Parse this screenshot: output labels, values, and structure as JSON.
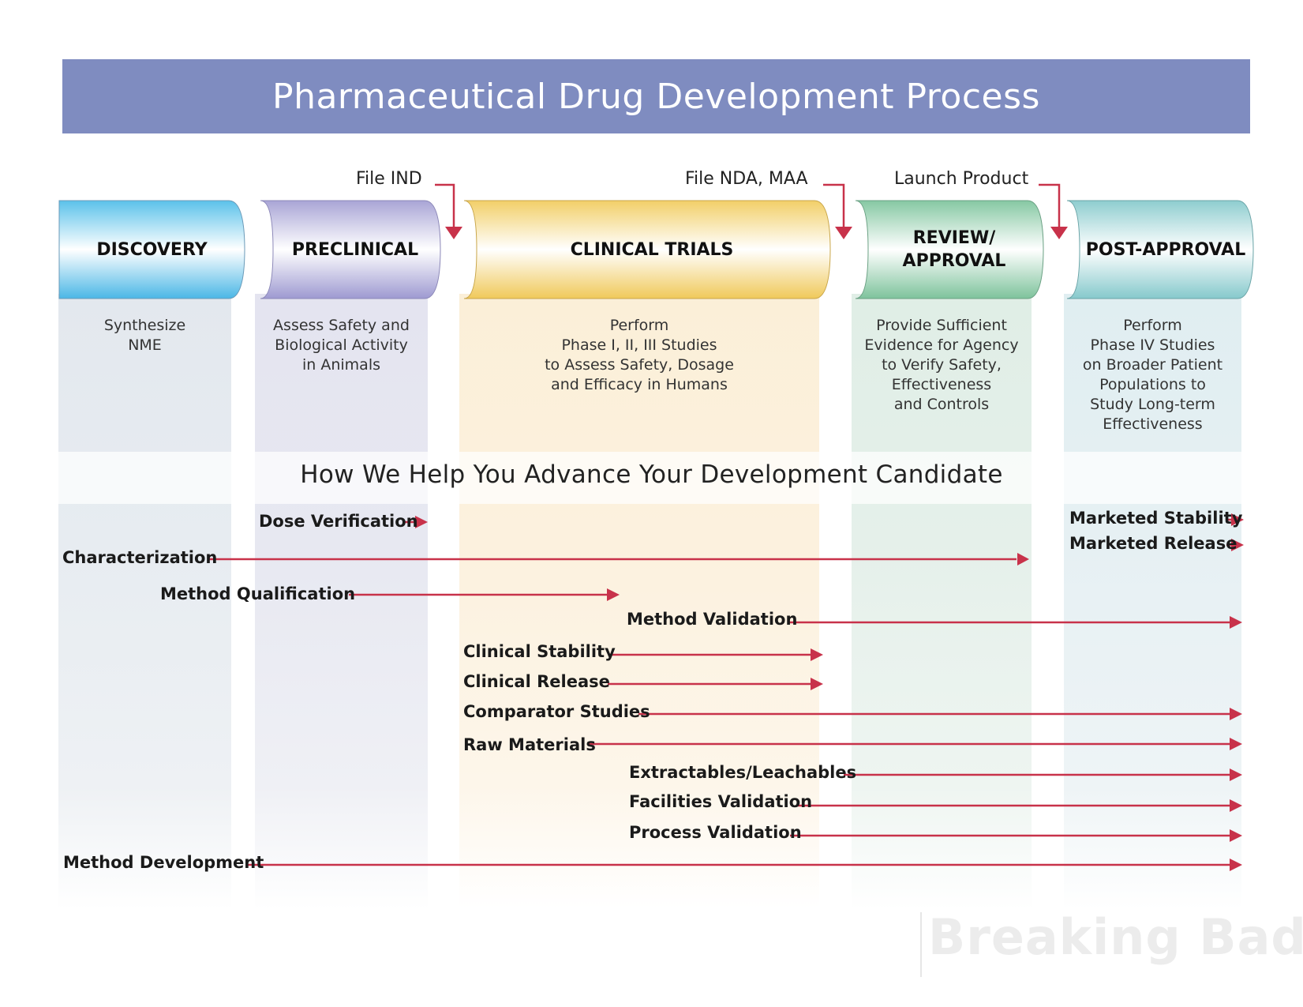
{
  "title": "Pharmaceutical Drug Development Process",
  "colors": {
    "title_bar": "#7f8cc0",
    "arrow": "#c8324a",
    "discovery": "#5bc1ea",
    "preclinical": "#a9a5d6",
    "clinical_trials": "#f2cf68",
    "review_approval": "#86c8a3",
    "post_approval": "#8ecdcf"
  },
  "milestones": [
    {
      "label": "File IND"
    },
    {
      "label": "File NDA, MAA"
    },
    {
      "label": "Launch Product"
    }
  ],
  "phases": [
    {
      "name": "DISCOVERY",
      "description": "Synthesize\nNME"
    },
    {
      "name": "PRECLINICAL",
      "description": "Assess Safety and\nBiological Activity\nin Animals"
    },
    {
      "name": "CLINICAL TRIALS",
      "description": "Perform\nPhase I, II, III Studies\nto Assess Safety, Dosage\nand Efficacy in Humans"
    },
    {
      "name": "REVIEW/\nAPPROVAL",
      "description": "Provide Sufficient\nEvidence for Agency\nto Verify Safety,\nEffectiveness\nand Controls"
    },
    {
      "name": "POST-APPROVAL",
      "description": "Perform\nPhase IV Studies\non Broader Patient\nPopulations to\nStudy Long-term\nEffectiveness"
    }
  ],
  "help_heading": "How We Help You Advance Your Development Candidate",
  "services": [
    {
      "label": "Dose Verification"
    },
    {
      "label": "Characterization"
    },
    {
      "label": "Method Qualification"
    },
    {
      "label": "Method Validation"
    },
    {
      "label": "Clinical Stability"
    },
    {
      "label": "Clinical Release"
    },
    {
      "label": "Comparator Studies"
    },
    {
      "label": "Raw Materials"
    },
    {
      "label": "Extractables/Leachables"
    },
    {
      "label": "Facilities Validation"
    },
    {
      "label": "Process Validation"
    },
    {
      "label": "Method Development"
    },
    {
      "label": "Marketed Stability"
    },
    {
      "label": "Marketed Release"
    }
  ],
  "watermark": "Breaking Bad"
}
